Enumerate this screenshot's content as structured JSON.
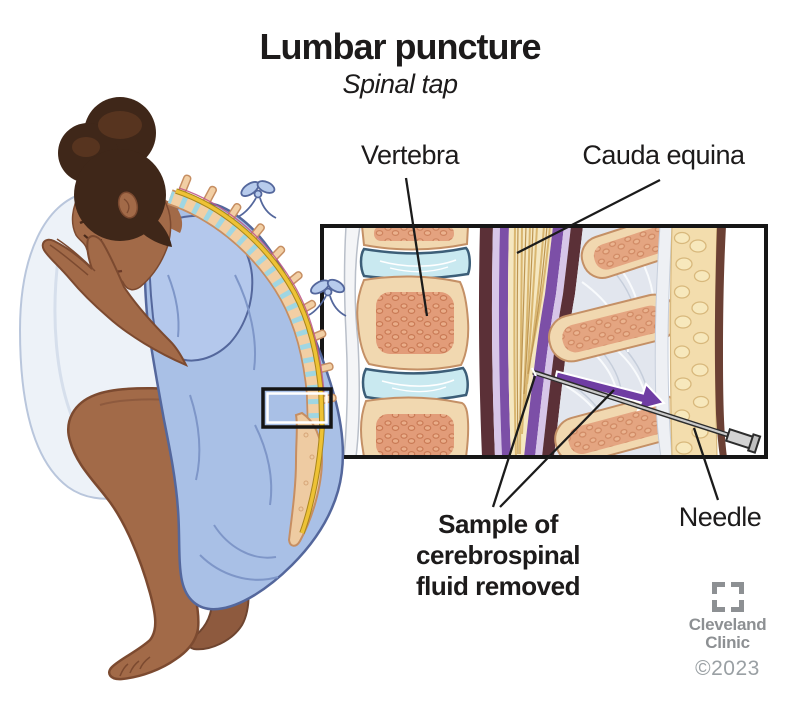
{
  "title": {
    "main": "Lumbar puncture",
    "subtitle": "Spinal tap"
  },
  "labels": {
    "vertebra": "Vertebra",
    "cauda_equina": "Cauda equina",
    "sample": "Sample of\ncerebrospinal\nfluid removed",
    "needle": "Needle"
  },
  "credit": {
    "brand": "Cleveland\nClinic",
    "year": "©2023"
  },
  "icons": {
    "logo": "cleveland-clinic-square-logo"
  },
  "colors": {
    "text": "#1d1b1b",
    "credit_gray": "#8d9093",
    "year_gray": "#9aa0a4",
    "gown_blue": "#a9c0e6",
    "skin_brown": "#a26a48",
    "hair_brown": "#3f2719",
    "pillow_white": "#edf2f8",
    "bone_tan": "#f1d8b0",
    "spongy_salmon": "#e29c79",
    "disc_cyan": "#c9e9f0",
    "membrane_maroon": "#5b3037",
    "csf_lavender": "#d7c6e8",
    "dura_purple": "#7c4fa7",
    "cauda_yellow": "#f5e7c0",
    "fibrous_gray": "#e2e6ee",
    "fat_yellow": "#f3ddad",
    "arrow_purple": "#6f3da3",
    "needle_gray": "#c9c9c9"
  }
}
